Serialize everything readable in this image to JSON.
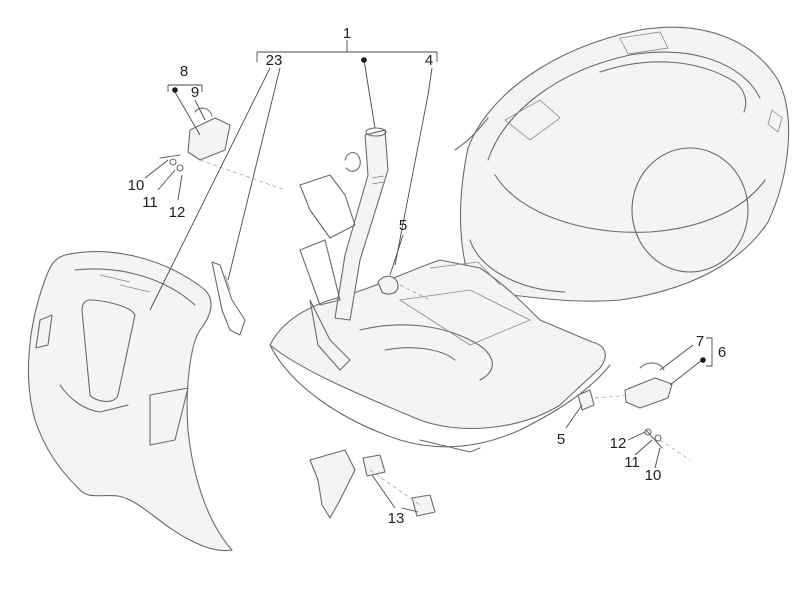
{
  "diagram": {
    "callouts": {
      "c1": "1",
      "c23": "23",
      "c4": "4",
      "c8": "8",
      "c9": "9",
      "c10a": "10",
      "c11a": "11",
      "c12a": "12",
      "c5a": "5",
      "c5b": "5",
      "c7": "7",
      "c6": "6",
      "c12b": "12",
      "c11b": "11",
      "c10b": "10",
      "c13": "13"
    }
  }
}
